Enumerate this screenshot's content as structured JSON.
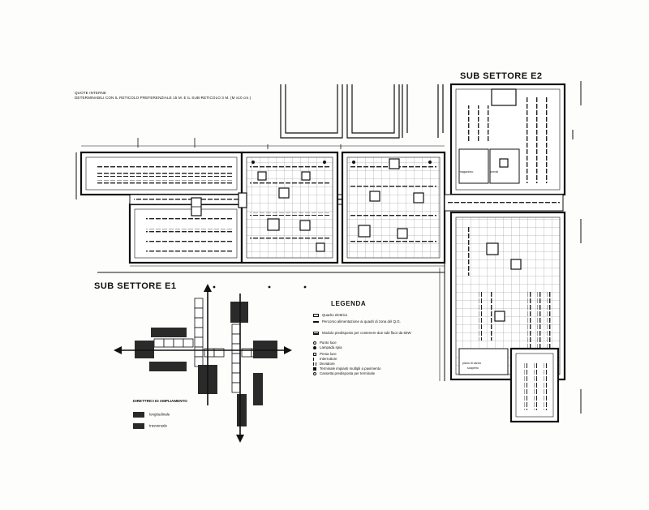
{
  "note": {
    "line1": "QUOTE INTERNE",
    "line2": "DETERMINABILI CON IL RETICOLO PREFERENZIALE 15 M. E IL SUB-RETICOLO 3 M. (M x10 cm.)"
  },
  "sectors": {
    "e1": "SUB SETTORE  E1",
    "e2": "SUB SETTORE  E2"
  },
  "legend": {
    "title": "LEGENDA",
    "items": [
      "Quadro elettrico",
      "Percorso alimentazione ai quadri di zona del Q.G.",
      "Modulo predisposto per contenere due tubi fluor da 65W",
      "Punto luce",
      "Lampada spia",
      "Presa luce",
      "Interruttore",
      "Deviatore",
      "Terminale impianti multipli a pavimento",
      "Cassetta predisposta per terminale"
    ]
  },
  "growth": {
    "title": "DIRETTRICI  DI  AMPLIAMENTO",
    "items": [
      "longitudinale",
      "trasversale"
    ]
  },
  "rooms": {
    "deposit": "piano di carico",
    "deposit2": "scaperto",
    "e2_room1": "magazzino",
    "e2_room2": "servizi"
  }
}
